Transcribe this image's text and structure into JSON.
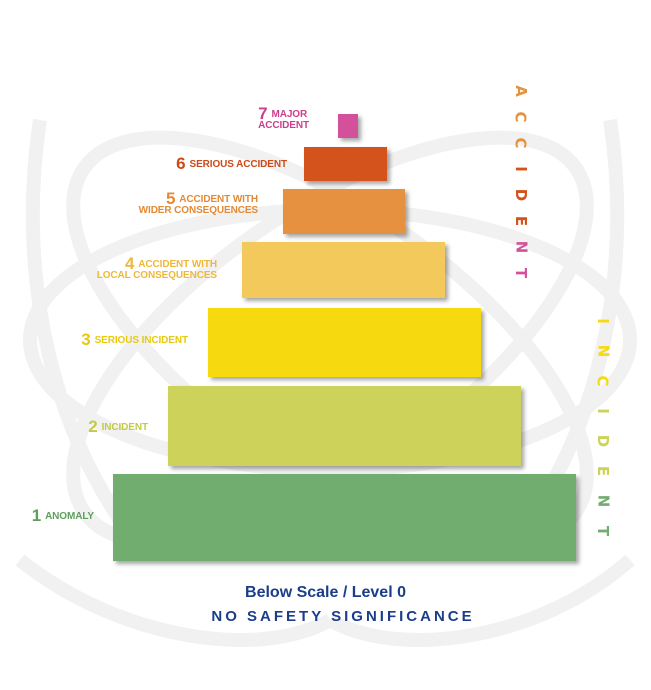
{
  "levels": [
    {
      "num": "1",
      "text": "ANOMALY",
      "color": "#71ad6f",
      "label_color": "#5d9f5b"
    },
    {
      "num": "2",
      "text": "INCIDENT",
      "color": "#cdd25b",
      "label_color": "#c4c948"
    },
    {
      "num": "3",
      "text": "SERIOUS INCIDENT",
      "color": "#f7d90f",
      "label_color": "#e8c90d"
    },
    {
      "num": "4",
      "text_line1": "ACCIDENT WITH",
      "text_line2": "LOCAL CONSEQUENCES",
      "color": "#f4c95b",
      "label_color": "#eeb83a"
    },
    {
      "num": "5",
      "text_line1": "ACCIDENT WITH",
      "text_line2": "WIDER CONSEQUENCES",
      "color": "#e6913f",
      "label_color": "#e48a35"
    },
    {
      "num": "6",
      "text": "SERIOUS ACCIDENT",
      "color": "#d4531c",
      "label_color": "#cc4a18"
    },
    {
      "num": "7",
      "text_line1": "MAJOR",
      "text_line2": "ACCIDENT",
      "color": "#d3519a",
      "label_color": "#cc3f8b"
    }
  ],
  "side_labels": {
    "accident": {
      "letters": [
        "A",
        "C",
        "C",
        "I",
        "D",
        "E",
        "N",
        "T"
      ],
      "colors": [
        "#e6913f",
        "#d4531c",
        "#d3519a"
      ]
    },
    "incident": {
      "letters": [
        "I",
        "N",
        "C",
        "I",
        "D",
        "E",
        "N",
        "T"
      ],
      "colors": [
        "#f7d90f",
        "#cdd25b",
        "#71ad6f"
      ]
    }
  },
  "below_scale": "Below Scale / Level 0",
  "no_safety": "NO SAFETY SIGNIFICANCE",
  "colors": {
    "text_blue": "#1b3d8a"
  }
}
